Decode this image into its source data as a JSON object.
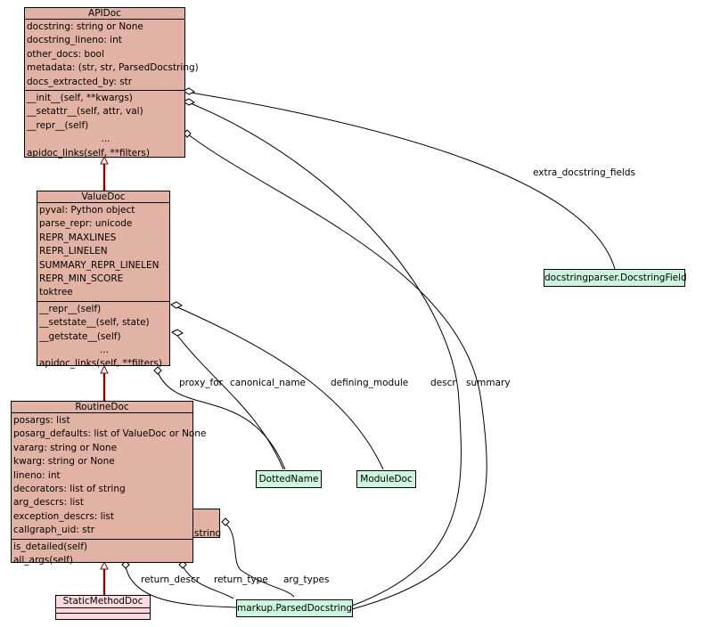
{
  "classes": {
    "apidoc": {
      "name": "APIDoc",
      "attributes": [
        "docstring: string or None",
        "docstring_lineno: int",
        "other_docs: bool",
        "metadata: (str, str, ParsedDocstring)",
        "docs_extracted_by: str"
      ],
      "methods": [
        "__init__(self, **kwargs)",
        "__setattr__(self, attr, val)",
        "__repr__(self)",
        "...",
        "apidoc_links(self, **filters)"
      ]
    },
    "valuedoc": {
      "name": "ValueDoc",
      "attributes": [
        "pyval: Python object",
        "parse_repr: unicode",
        "REPR_MAXLINES",
        "REPR_LINELEN",
        "SUMMARY_REPR_LINELEN",
        "REPR_MIN_SCORE",
        "toktree"
      ],
      "methods": [
        "__repr__(self)",
        "__setstate__(self, state)",
        "__getstate__(self)",
        "...",
        "apidoc_links(self, **filters)"
      ]
    },
    "routinedoc": {
      "name": "RoutineDoc",
      "attributes": [
        "posargs: list",
        "posarg_defaults: list of ValueDoc or None",
        "vararg: string or None",
        "kwarg: string or None",
        "lineno: int",
        "decorators: list of string",
        "arg_descrs: list",
        "exception_descrs: list",
        "callgraph_uid: str"
      ],
      "methods": [
        "is_detailed(self)",
        "all_args(self)"
      ]
    },
    "staticmethoddoc": {
      "name": "StaticMethodDoc"
    }
  },
  "qualifier_box": {
    "label": "string"
  },
  "external_classes": {
    "docstringfield": "docstringparser.DocstringField",
    "dottedname": "DottedName",
    "moduledoc": "ModuleDoc",
    "parseddocstring": "markup.ParsedDocstring"
  },
  "edge_labels": {
    "extra_docstring_fields": "extra_docstring_fields",
    "proxy_for": "proxy_for",
    "canonical_name": "canonical_name",
    "defining_module": "defining_module",
    "descr": "descr",
    "summary": "summary",
    "return_descr": "return_descr",
    "return_type": "return_type",
    "arg_types": "arg_types"
  },
  "colors": {
    "class_fill": "#e2b3a4",
    "external_fill": "#ccf5e0",
    "static_fill": "#ffd9de",
    "inheritance_stroke": "#8b0000"
  }
}
